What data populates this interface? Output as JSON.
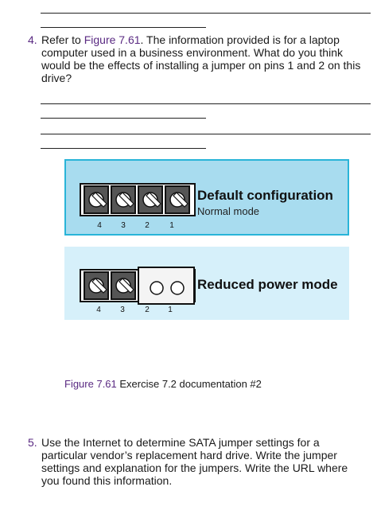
{
  "question4": {
    "number": "4.",
    "text_before_link": "Refer to ",
    "link": "Figure 7.61",
    "text_after_link": ". The information provided is for a laptop",
    "line2": "computer used in a business environment. What do you think",
    "line3": "would be the effects of installing a jumper on pins 1 and 2 on this",
    "line4": "drive?"
  },
  "figure": {
    "panel1": {
      "title": "Default configuration",
      "subtitle": "Normal mode",
      "pins": [
        "4",
        "3",
        "2",
        "1"
      ]
    },
    "panel2": {
      "title": "Reduced power mode",
      "pins": [
        "4",
        "3",
        "2",
        "1"
      ]
    },
    "caption_label": "Figure 7.61",
    "caption_text": " Exercise 7.2 documentation #2"
  },
  "question5": {
    "number": "5.",
    "line1": "Use the Internet to determine SATA jumper settings for a",
    "line2": "particular vendor’s replacement hard drive. Write the jumper",
    "line3": "settings and explanation for the jumpers. Write the URL where",
    "line4": "you found this information."
  },
  "colors": {
    "accent": "#5a2a82",
    "panel_border": "#29b4d8",
    "panel_bg1": "#a8dcef",
    "panel_bg2": "#d6f0fa"
  }
}
